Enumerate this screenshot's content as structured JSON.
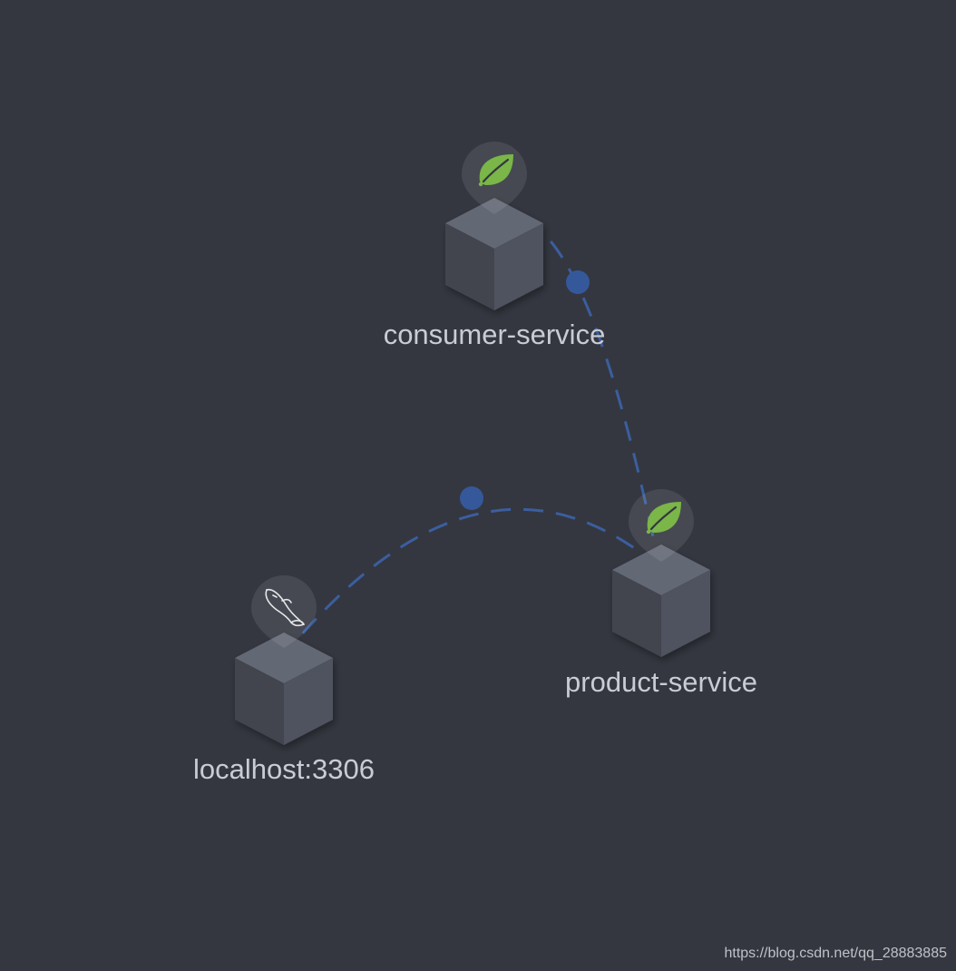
{
  "nodes": {
    "consumer": {
      "label": "consumer-service",
      "icon": "spring-leaf-icon"
    },
    "product": {
      "label": "product-service",
      "icon": "spring-leaf-icon"
    },
    "mysql": {
      "label": "localhost:3306",
      "icon": "mysql-dolphin-icon"
    }
  },
  "edges": [
    {
      "from": "consumer-service",
      "to": "product-service"
    },
    {
      "from": "product-service",
      "to": "localhost:3306"
    }
  ],
  "watermark": "https://blog.csdn.net/qq_28883885",
  "colors": {
    "background": "#343740",
    "edge": "#3b5e9e",
    "spring": "#7ab648",
    "label": "#c9ccd3"
  }
}
